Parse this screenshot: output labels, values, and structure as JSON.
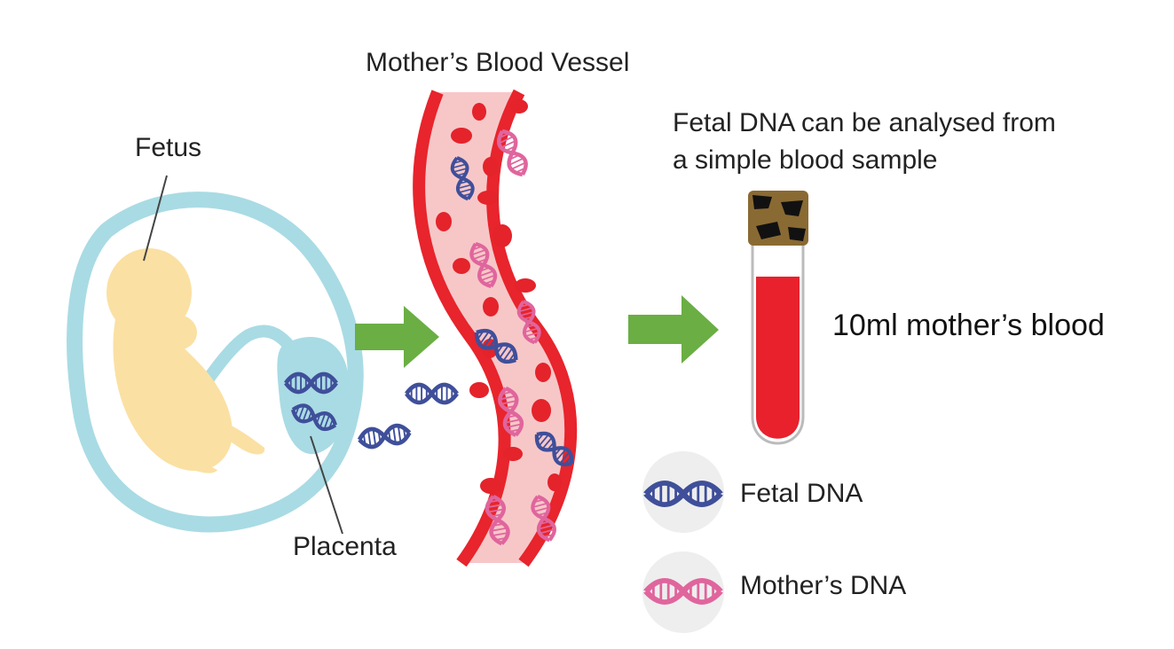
{
  "labels": {
    "fetus": "Fetus",
    "placenta": "Placenta",
    "vessel": "Mother’s Blood Vessel",
    "analysis_line1": "Fetal DNA can be analysed from",
    "analysis_line2": "a simple blood sample",
    "blood_sample": "10ml mother’s blood"
  },
  "legend": [
    {
      "label": "Fetal DNA",
      "color": "#3f4f9a",
      "icon": "fetal-dna-icon"
    },
    {
      "label": "Mother’s DNA",
      "color": "#e0659d",
      "icon": "mother-dna-icon"
    }
  ],
  "colors": {
    "fetal_dna": "#3f4f9a",
    "mother_dna": "#e0659d",
    "vessel_wall": "#e8242c",
    "vessel_fill": "#f7c7c8",
    "blood_cell": "#e4232b",
    "arrow": "#6aae44",
    "amniotic_sac": "#a9dbe4",
    "fetus": "#fbe0a3",
    "tube_blood": "#e8212d",
    "tube_cap": "#8a6a33"
  }
}
